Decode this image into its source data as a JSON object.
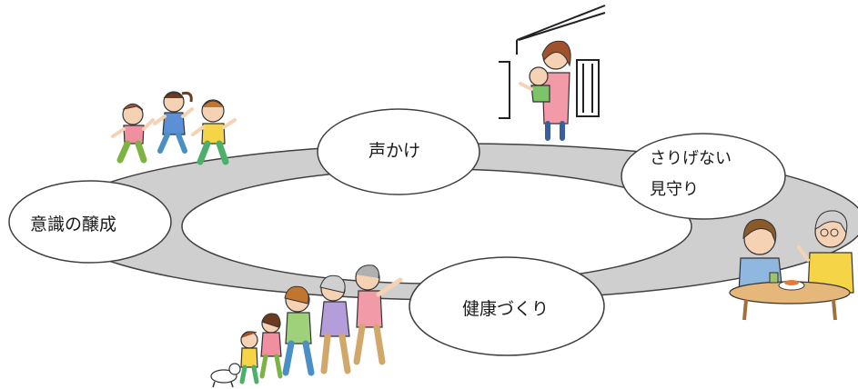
{
  "diagram": {
    "ring_color": "#cfcfcf",
    "ring_outline": "#404040",
    "ellipse_fill": "#ffffff",
    "nodes": [
      {
        "id": "greeting",
        "label": "声かけ"
      },
      {
        "id": "watching",
        "label": "さりげない見守り",
        "lines": [
          "さりげない",
          "見守り"
        ]
      },
      {
        "id": "awareness",
        "label": "意識の醸成"
      },
      {
        "id": "health",
        "label": "健康づくり"
      }
    ],
    "illustrations": [
      {
        "name": "running-children-illustration",
        "icon": "running-children"
      },
      {
        "name": "mother-child-house-illustration",
        "icon": "mother-holding-child-at-door"
      },
      {
        "name": "elderly-tea-table-illustration",
        "icon": "elderly-people-at-table"
      },
      {
        "name": "family-chain-illustration",
        "icon": "family-pushing-in-line-with-dog"
      }
    ]
  }
}
